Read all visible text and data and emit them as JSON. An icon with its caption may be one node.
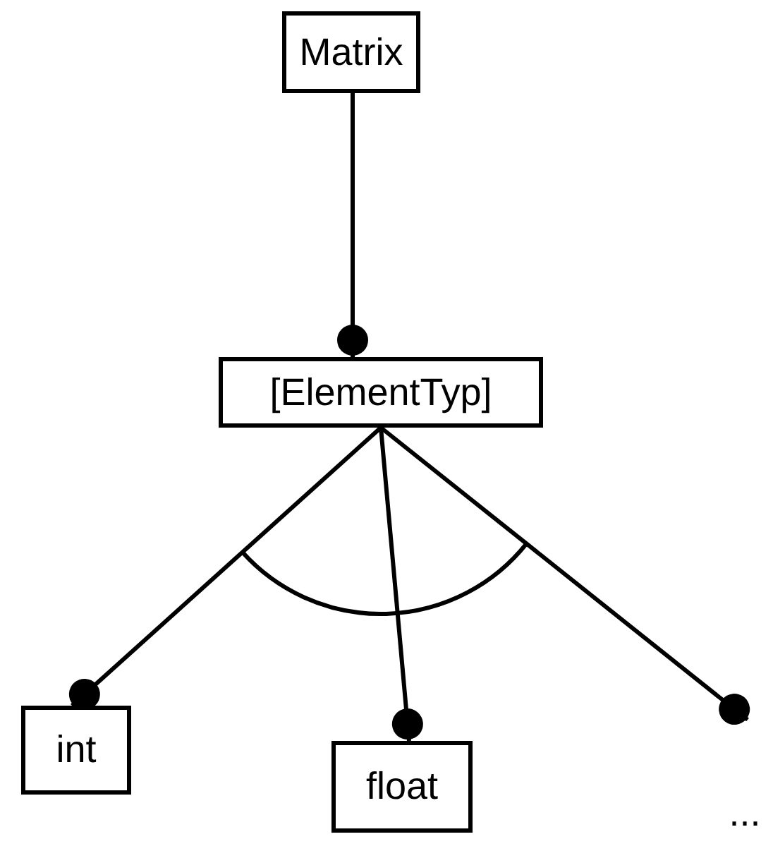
{
  "diagram": {
    "nodes": [
      {
        "text": [
          "Matrix"
        ]
      },
      {
        "text": [
          "[ElementTyp]"
        ]
      },
      {
        "text": [
          "int"
        ]
      },
      {
        "text": [
          "float"
        ]
      },
      {
        "text": [
          "..."
        ]
      }
    ],
    "edges": [
      {
        "from": 0,
        "to": 1,
        "arrow": "other"
      },
      {
        "from": 1,
        "to": 2,
        "arrow": "other"
      },
      {
        "from": 1,
        "to": 3,
        "arrow": "other"
      },
      {
        "from": 1,
        "to": 4,
        "arrow": "other"
      }
    ]
  }
}
